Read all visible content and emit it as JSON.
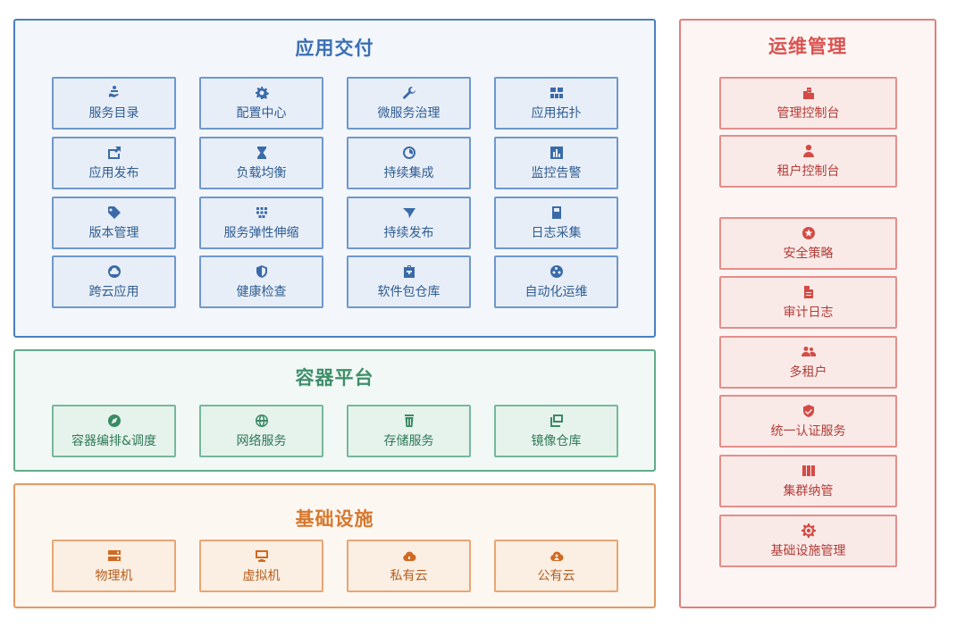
{
  "app_delivery": {
    "title": "应用交付",
    "items": [
      {
        "label": "服务目录",
        "icon": "service-catalog-icon"
      },
      {
        "label": "配置中心",
        "icon": "gear-icon"
      },
      {
        "label": "微服务治理",
        "icon": "wrench-icon"
      },
      {
        "label": "应用拓扑",
        "icon": "grid-icon"
      },
      {
        "label": "应用发布",
        "icon": "publish-icon"
      },
      {
        "label": "负载均衡",
        "icon": "hourglass-icon"
      },
      {
        "label": "持续集成",
        "icon": "ci-circle-icon"
      },
      {
        "label": "监控告警",
        "icon": "bar-chart-icon"
      },
      {
        "label": "版本管理",
        "icon": "tag-icon"
      },
      {
        "label": "服务弹性伸缩",
        "icon": "dots-grid-icon"
      },
      {
        "label": "持续发布",
        "icon": "send-icon"
      },
      {
        "label": "日志采集",
        "icon": "book-icon"
      },
      {
        "label": "跨云应用",
        "icon": "cloud-icon"
      },
      {
        "label": "健康检查",
        "icon": "shield-icon"
      },
      {
        "label": "软件包仓库",
        "icon": "package-icon"
      },
      {
        "label": "自动化运维",
        "icon": "automation-icon"
      }
    ]
  },
  "container_platform": {
    "title": "容器平台",
    "items": [
      {
        "label": "容器编排&调度",
        "icon": "compass-icon"
      },
      {
        "label": "网络服务",
        "icon": "globe-icon"
      },
      {
        "label": "存储服务",
        "icon": "trash-can-icon"
      },
      {
        "label": "镜像仓库",
        "icon": "image-stack-icon"
      }
    ]
  },
  "infrastructure": {
    "title": "基础设施",
    "items": [
      {
        "label": "物理机",
        "icon": "server-icon"
      },
      {
        "label": "虚拟机",
        "icon": "monitor-icon"
      },
      {
        "label": "私有云",
        "icon": "cloud-lock-icon"
      },
      {
        "label": "公有云",
        "icon": "cloud-user-icon"
      }
    ]
  },
  "operations": {
    "title": "运维管理",
    "items": [
      {
        "label": "管理控制台",
        "icon": "buildings-icon"
      },
      {
        "label": "租户控制台",
        "icon": "user-icon"
      },
      {
        "label": "安全策略",
        "icon": "star-circle-icon"
      },
      {
        "label": "审计日志",
        "icon": "document-icon"
      },
      {
        "label": "多租户",
        "icon": "users-icon"
      },
      {
        "label": "统一认证服务",
        "icon": "shield-check-icon"
      },
      {
        "label": "集群纳管",
        "icon": "columns-icon"
      },
      {
        "label": "基础设施管理",
        "icon": "cog-icon"
      }
    ]
  },
  "colors": {
    "app_delivery": "#4c7fbf",
    "container_platform": "#63ab8c",
    "infrastructure": "#e39a62",
    "operations": "#e07f7b"
  }
}
